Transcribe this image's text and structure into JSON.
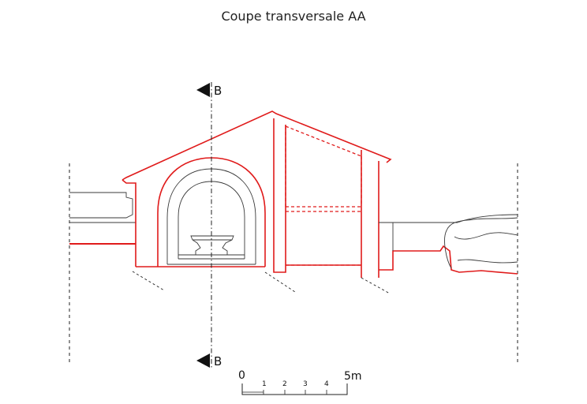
{
  "title": "Coupe transversale AA",
  "section_marker_top": "B",
  "section_marker_bottom": "B",
  "scale_bar": {
    "start_label": "0",
    "end_label": "5m",
    "tick_labels": [
      "1",
      "2",
      "3",
      "4"
    ]
  },
  "colors": {
    "section_line": "#e01b1b",
    "elevation_line": "#3a3a3a",
    "axis_line": "#222222"
  }
}
